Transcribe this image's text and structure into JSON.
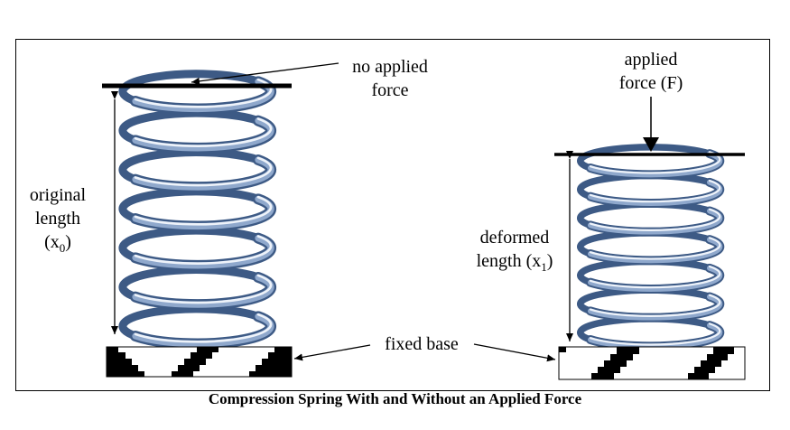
{
  "labels": {
    "no_applied_force_line1": "no applied",
    "no_applied_force_line2": "force",
    "applied_force_line1": "applied",
    "applied_force_line2": "force (F)",
    "original_length_line1": "original",
    "original_length_line2": "length",
    "original_length_symbol": "x",
    "original_length_subscript": "0",
    "deformed_length_line1": "deformed",
    "deformed_length_prefix": "length (x",
    "deformed_length_subscript": "1",
    "deformed_length_suffix": ")",
    "fixed_base": "fixed base"
  },
  "caption": "Compression Spring With and Without an Applied Force",
  "colors": {
    "spring_dark": "#3d5a85",
    "spring_mid": "#8fa8cc",
    "spring_light": "#eef3fa",
    "line": "#000000"
  }
}
